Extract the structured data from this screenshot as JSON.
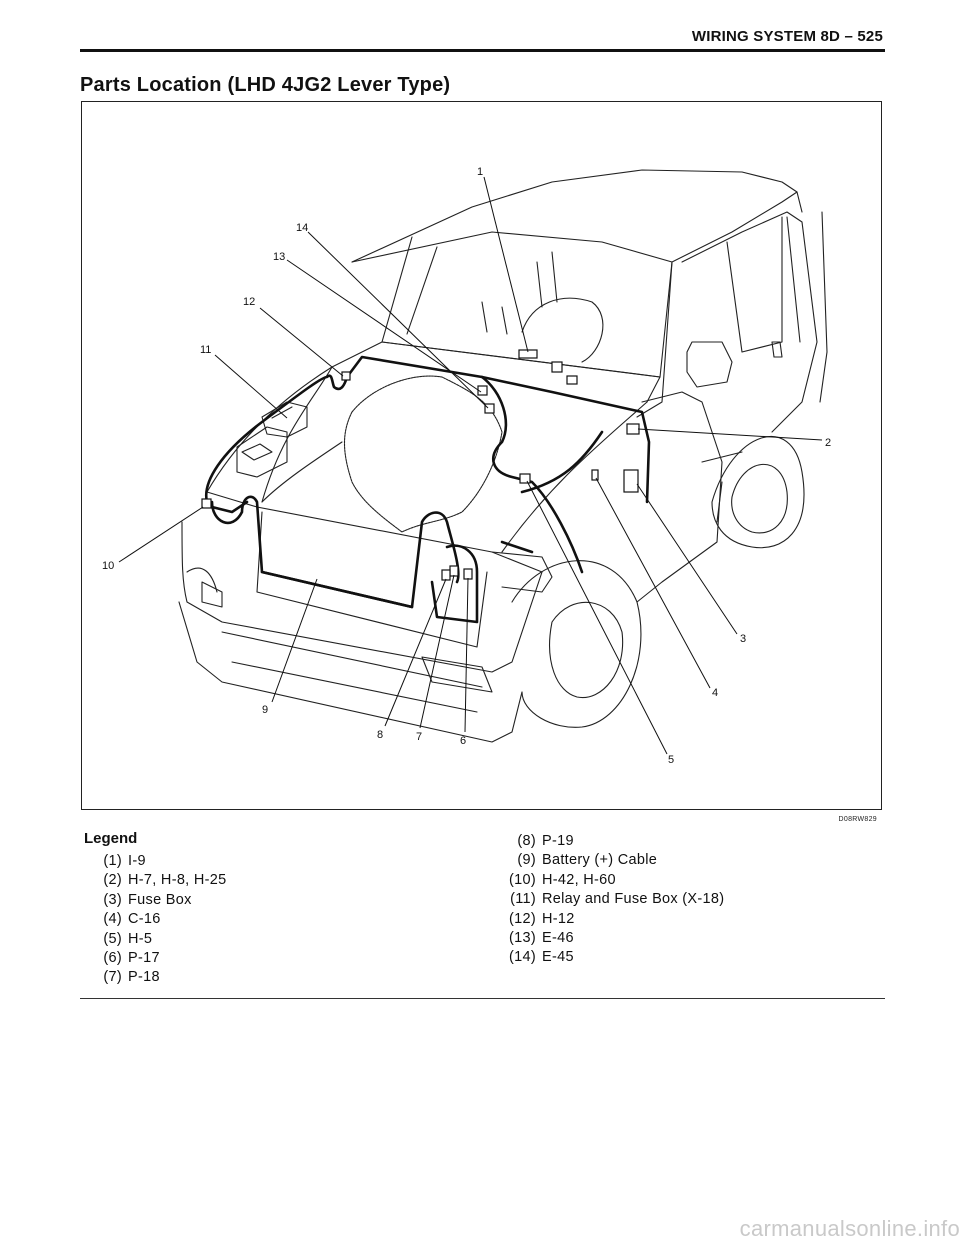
{
  "header": {
    "title": "WIRING SYSTEM 8D – 525"
  },
  "page_title": "Parts Location (LHD 4JG2 Lever Type)",
  "figure": {
    "code": "D08RW829",
    "callouts": [
      "1",
      "2",
      "3",
      "4",
      "5",
      "6",
      "7",
      "8",
      "9",
      "10",
      "11",
      "12",
      "13",
      "14"
    ]
  },
  "legend": {
    "title": "Legend",
    "items": [
      {
        "num": "(1)",
        "text": "I-9"
      },
      {
        "num": "(2)",
        "text": "H-7, H-8, H-25"
      },
      {
        "num": "(3)",
        "text": "Fuse Box"
      },
      {
        "num": "(4)",
        "text": "C-16"
      },
      {
        "num": "(5)",
        "text": "H-5"
      },
      {
        "num": "(6)",
        "text": "P-17"
      },
      {
        "num": "(7)",
        "text": "P-18"
      },
      {
        "num": "(8)",
        "text": "P-19"
      },
      {
        "num": "(9)",
        "text": "Battery (+) Cable"
      },
      {
        "num": "(10)",
        "text": "H-42, H-60"
      },
      {
        "num": "(11)",
        "text": "Relay and Fuse Box (X-18)"
      },
      {
        "num": "(12)",
        "text": "H-12"
      },
      {
        "num": "(13)",
        "text": "E-46"
      },
      {
        "num": "(14)",
        "text": "E-45"
      }
    ]
  },
  "watermark": "carmanualsonline.info"
}
